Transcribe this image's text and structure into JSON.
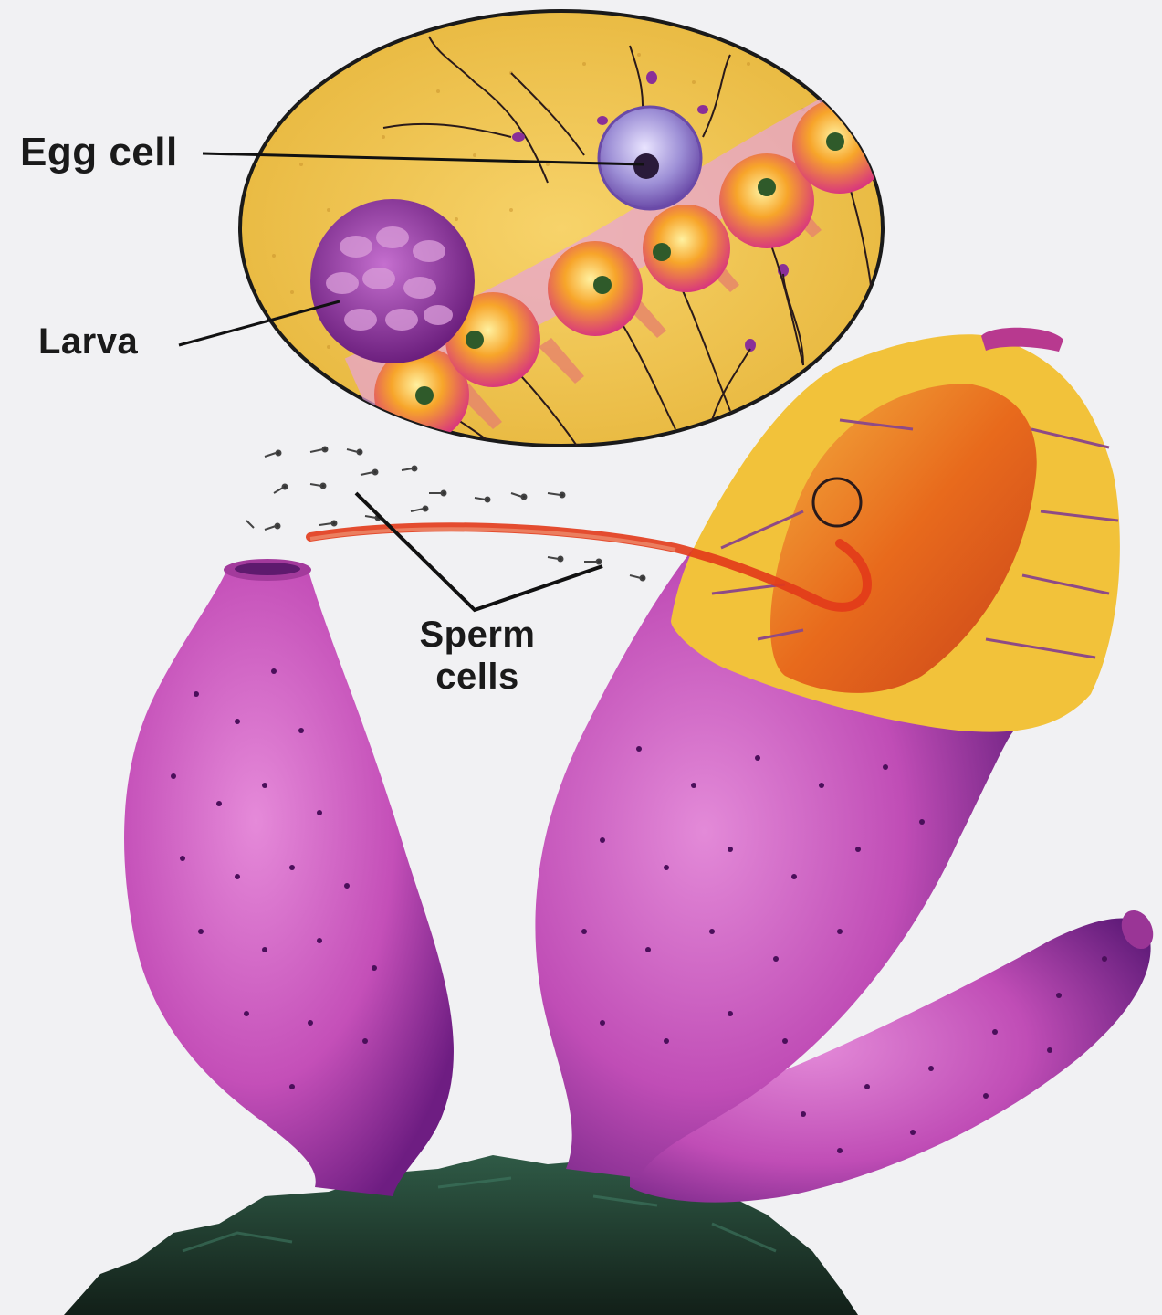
{
  "labels": {
    "egg_cell": "Egg cell",
    "larva": "Larva",
    "sperm_line1": "Sperm",
    "sperm_line2": "cells"
  },
  "colors": {
    "background": "#f1f1f3",
    "sponge_body": "#c44fb8",
    "sponge_dark": "#7a1f86",
    "inner_yellow": "#f2c23a",
    "inner_orange": "#e86a1c",
    "rock": "#1f3a2c",
    "egg": "#9d8fd6",
    "larva": "#8a2f98",
    "flow_arrow": "#e23a1a"
  }
}
